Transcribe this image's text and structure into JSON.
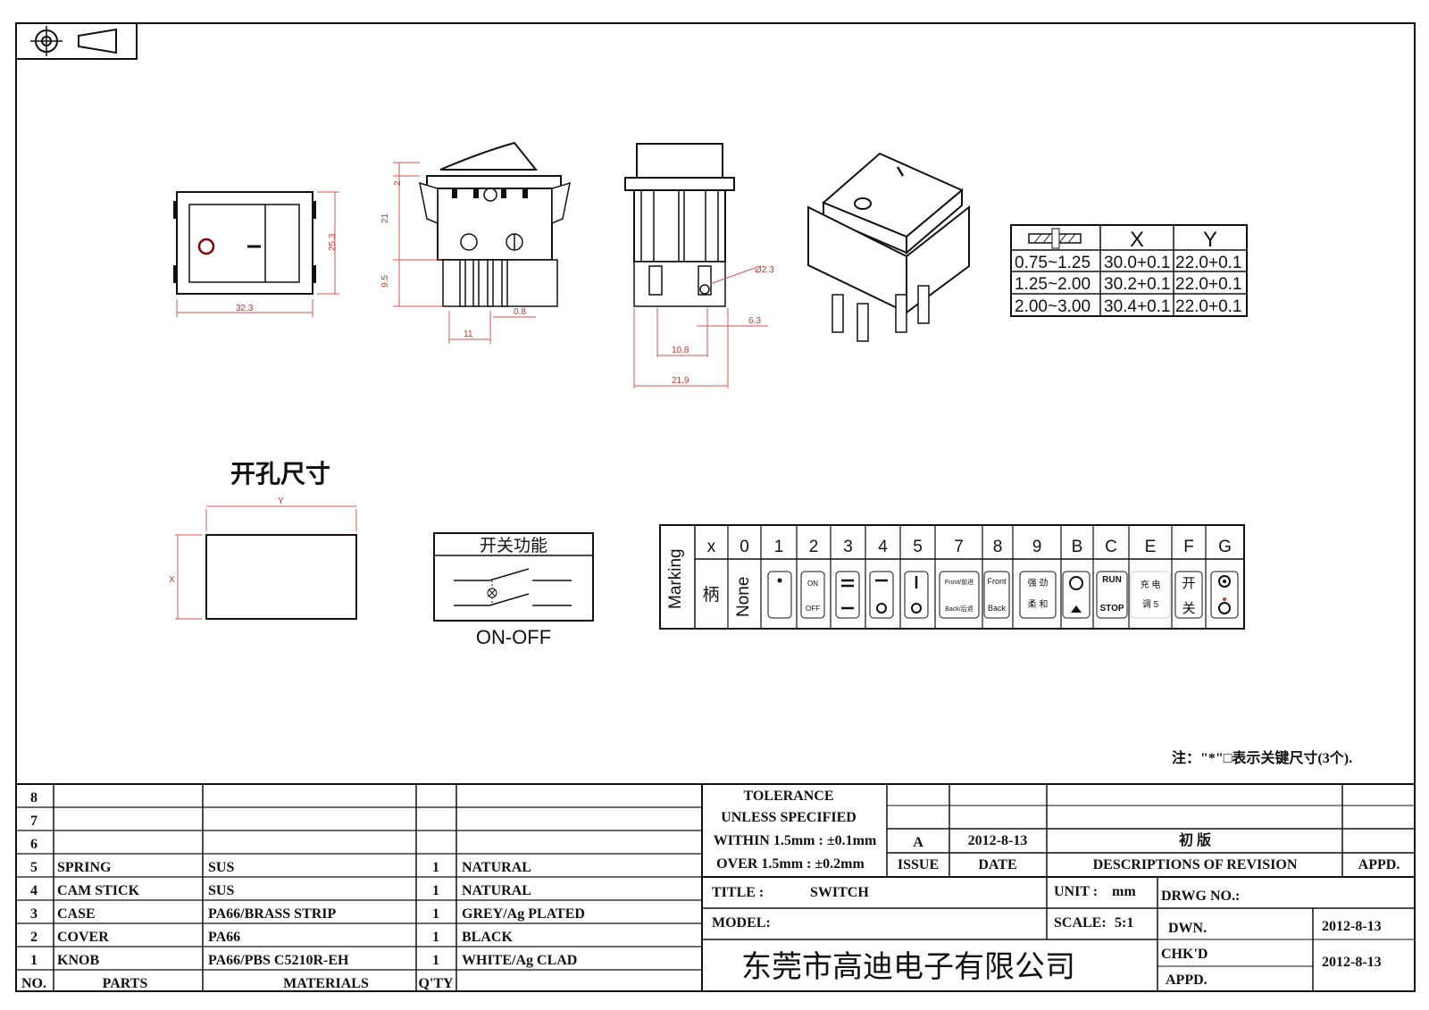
{
  "drawing": {
    "dimensions": {
      "width": "32.3",
      "height": "25.3",
      "top_gap": "2",
      "body_h": "21",
      "pin_h": "9.5",
      "pin_thk": "0.8",
      "pin_pitch": "11",
      "hole_d": "Ø2.3",
      "offset": "6.3",
      "pin_span": "10.8",
      "total_w": "21.9"
    },
    "cutout_title": "开孔尺寸",
    "cutout_labels": {
      "x": "X",
      "y": "Y"
    },
    "function_box": {
      "title": "开关功能",
      "caption": "ON-OFF"
    },
    "knob_symbols": {
      "off": "O",
      "on": "I"
    }
  },
  "panel_table": {
    "headers": [
      "",
      "X",
      "Y"
    ],
    "rows": [
      [
        "0.75~1.25",
        "30.0+0.1",
        "22.0+0.1"
      ],
      [
        "1.25~2.00",
        "30.2+0.1",
        "22.0+0.1"
      ],
      [
        "2.00~3.00",
        "30.4+0.1",
        "22.0+0.1"
      ]
    ]
  },
  "marking_table": {
    "label": "Marking",
    "codes": [
      "x",
      "0",
      "1",
      "2",
      "3",
      "4",
      "5",
      "7",
      "8",
      "9",
      "B",
      "C",
      "E",
      "F",
      "G"
    ],
    "symbols": {
      "x": "柄",
      "0": "None",
      "2_top": "ON",
      "2_bot": "OFF",
      "7_top": "Front/前进",
      "7_bot": "Back/后退",
      "8_top": "Front",
      "8_bot": "Back",
      "9_top": "强 劲",
      "9_bot": "柔 和",
      "C_top": "RUN",
      "C_bot": "STOP",
      "E_top": "充 电",
      "E_bot": "调 5",
      "F_top": "开",
      "F_bot": "关"
    }
  },
  "note": "注：\"*\"□表示关键尺寸(3个).",
  "parts_list": {
    "rows": [
      {
        "no": "8",
        "part": "",
        "material": "",
        "qty": "",
        "finish": ""
      },
      {
        "no": "7",
        "part": "",
        "material": "",
        "qty": "",
        "finish": ""
      },
      {
        "no": "6",
        "part": "",
        "material": "",
        "qty": "",
        "finish": ""
      },
      {
        "no": "5",
        "part": "SPRING",
        "material": "SUS",
        "qty": "1",
        "finish": "NATURAL"
      },
      {
        "no": "4",
        "part": "CAM STICK",
        "material": "SUS",
        "qty": "1",
        "finish": "NATURAL"
      },
      {
        "no": "3",
        "part": "CASE",
        "material": "PA66/BRASS STRIP",
        "qty": "1",
        "finish": "GREY/Ag PLATED"
      },
      {
        "no": "2",
        "part": "COVER",
        "material": "PA66",
        "qty": "1",
        "finish": "BLACK"
      },
      {
        "no": "1",
        "part": "KNOB",
        "material": "PA66/PBS C5210R-EH",
        "qty": "1",
        "finish": "WHITE/Ag CLAD"
      }
    ],
    "headers": {
      "no": "NO.",
      "parts": "PARTS",
      "materials": "MATERIALS",
      "qty": "Q'TY"
    }
  },
  "title_block": {
    "tolerance": [
      "TOLERANCE",
      "UNLESS SPECIFIED",
      "WITHIN 1.5mm : ±0.1mm",
      "OVER 1.5mm : ±0.2mm"
    ],
    "issue_value": "A",
    "date_value": "2012-8-13",
    "revision_desc": "初 版",
    "issue_label": "ISSUE",
    "date_label": "DATE",
    "desc_label": "DESCRIPTIONS OF REVISION",
    "appd_label": "APPD.",
    "title_label": "TITLE :",
    "title_value": "SWITCH",
    "unit_label": "UNIT :",
    "unit_value": "mm",
    "drwg_label": "DRWG NO.:",
    "model_label": "MODEL:",
    "scale_label": "SCALE:",
    "scale_value": "5:1",
    "dwn_label": "DWN.",
    "dwn_date": "2012-8-13",
    "chkd_label": "CHK'D",
    "chkd_date": "2012-8-13",
    "appd2_label": "APPD.",
    "company": "东莞市高迪电子有限公司"
  }
}
